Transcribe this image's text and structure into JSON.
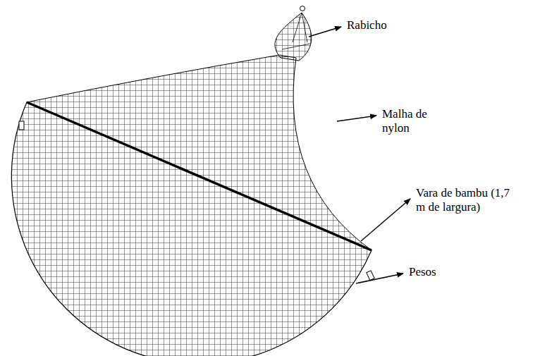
{
  "diagram": {
    "labels": [
      "Rabicho",
      "Malha de nylon",
      "Vara de bambu (1,7 m de largura)",
      "Pesos"
    ]
  }
}
